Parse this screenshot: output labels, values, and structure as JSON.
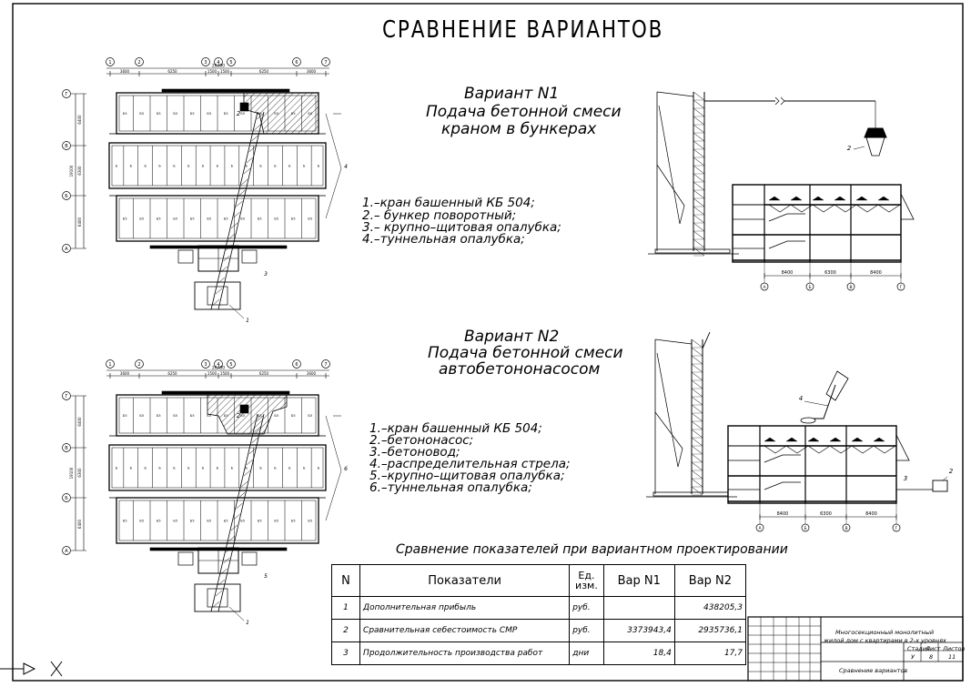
{
  "title": "СРАВНЕНИЕ ВАРИАНТОВ",
  "variant1": {
    "heading_lines": [
      "Вариант N1",
      "Подача бетонной смеси",
      "краном в бункерах"
    ],
    "legend": [
      "1.–кран башенный КБ 504;",
      "2.– бункер поворотный;",
      "3.– крупно–щитовая опалубка;",
      "4.–туннельная опалубка;"
    ]
  },
  "variant2": {
    "heading_lines": [
      "Вариант N2",
      "Подача бетонной смеси",
      "автобетононасосом"
    ],
    "legend": [
      "1.–кран башенный КБ 504;",
      "2.–бетононасос;",
      "3.–бетоновод;",
      "4.–распределительная стрела;",
      "5.–крупно–щитовая опалубка;",
      "6.–туннельная опалубка;"
    ]
  },
  "plan_axes": {
    "top_axis_labels": [
      "1",
      "2",
      "3",
      "4",
      "5",
      "6",
      "7"
    ],
    "side_axis_labels": [
      "Г",
      "В",
      "Б",
      "А"
    ],
    "top_dims": [
      "3600",
      "6250",
      "1500",
      "1500",
      "6250",
      "3600"
    ],
    "total_dim": "26700",
    "side_dims": [
      "6400",
      "6300",
      "6400"
    ],
    "side_total": "19100"
  },
  "plan_callouts": {
    "plan1": [
      "2",
      "4",
      "3",
      "1"
    ],
    "plan2": [
      "2",
      "6",
      "5",
      "1"
    ]
  },
  "section_dims": {
    "dims": [
      "8400",
      "6300",
      "8400"
    ],
    "axes": [
      "А",
      "Б",
      "В",
      "Г"
    ]
  },
  "section_callouts": {
    "section1": [
      "2"
    ],
    "section2": [
      "4",
      "3",
      "2"
    ]
  },
  "comparison": {
    "title": "Сравнение показателей при вариантном проектировании",
    "headers": {
      "n": "N",
      "name": "Показатели",
      "unit": "Ед. изм.",
      "v1": "Вар N1",
      "v2": "Вар N2"
    },
    "rows": [
      {
        "n": "1",
        "name": "Дополнительная прибыль",
        "unit": "руб.",
        "v1": "",
        "v2": "438205,3"
      },
      {
        "n": "2",
        "name": "Сравнительная себестоимость СМР",
        "unit": "руб.",
        "v1": "3373943,4",
        "v2": "2935736,1"
      },
      {
        "n": "3",
        "name": "Продолжительность производства работ",
        "unit": "дни",
        "v1": "18,4",
        "v2": "17,7"
      }
    ]
  },
  "stamp": {
    "project_line1": "Многосекционный монолитный",
    "project_line2": "жилой дом с квартирами в 2-х уровнях",
    "col_headers": [
      "Стадия",
      "Лист",
      "Листов"
    ],
    "col_values": [
      "У",
      "8",
      "11"
    ],
    "sheet_name": "Сравнение вариантов"
  },
  "colors": {
    "ink": "#000000",
    "paper": "#ffffff",
    "hatch": "#000000"
  }
}
